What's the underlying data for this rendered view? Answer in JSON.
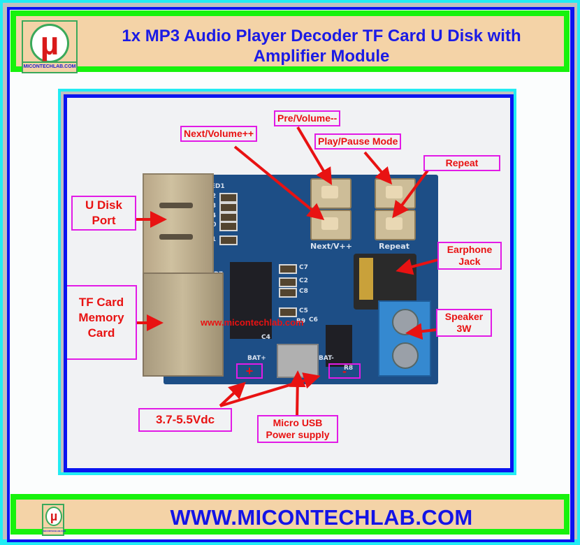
{
  "header": {
    "title_line1": "1x MP3 Audio Player Decoder  TF Card U Disk with",
    "title_line2": "Amplifier Module",
    "logo_symbol": "µ",
    "logo_text": "MICONTECHLAB.COM"
  },
  "footer": {
    "website": "WWW.MICONTECHLAB.COM",
    "logo_symbol": "µ",
    "logo_text": "MICONTECHLAB.COM"
  },
  "photo": {
    "watermark": "www.micontechlab.com",
    "pcb_labels": {
      "led": "LED1",
      "r2": "R2",
      "r6": "R6",
      "r3": "R3",
      "r4": "R4",
      "r10": "R10",
      "r1": "R1",
      "r7": "R7",
      "c7": "C7",
      "c2": "C2",
      "c8": "C8",
      "c5": "C5",
      "r9": "R9",
      "c6": "C6",
      "c4": "C4",
      "bat_plus": "BAT+",
      "bat_minus": "BAT-",
      "r8": "R8",
      "next_silk": "Next/V++",
      "repeat_silk": "Repeat"
    },
    "callouts": {
      "pre_volume": "Pre/Volume--",
      "next_volume": "Next/Volume++",
      "play_pause": "Play/Pause Mode",
      "repeat": "Repeat",
      "u_disk_line1": "U Disk",
      "u_disk_line2": "Port",
      "earphone_line1": "Earphone",
      "earphone_line2": "Jack",
      "tf_line1": "TF Card",
      "tf_line2": "Memory",
      "tf_line3": "Card",
      "speaker_line1": "Speaker",
      "speaker_line2": "3W",
      "plus_sign": "+",
      "minus_sign": "-",
      "voltage": "3.7-5.5Vdc",
      "micro_usb_line1": "Micro USB",
      "micro_usb_line2": "Power supply"
    },
    "colors": {
      "callout_text": "#e81212",
      "callout_border": "#e21be6",
      "arrow": "#e81212",
      "pcb": "#1d4e86"
    }
  }
}
